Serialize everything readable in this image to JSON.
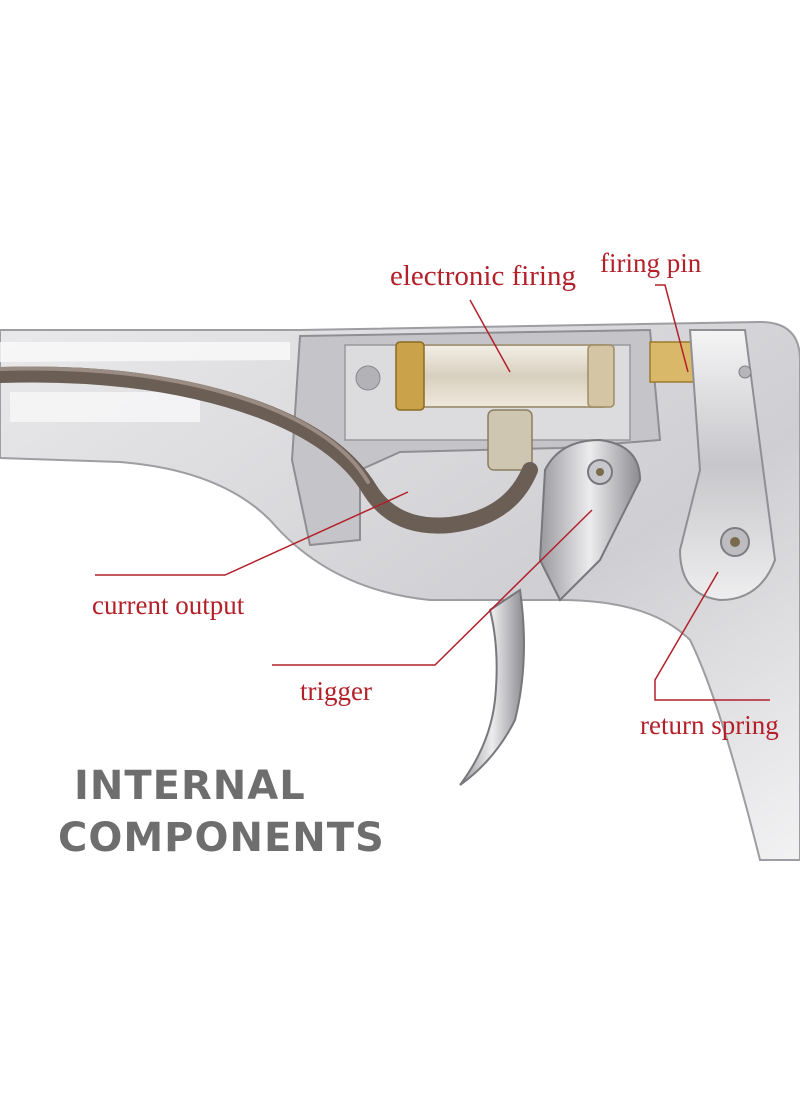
{
  "labels": {
    "electronic_firing": "electronic firing",
    "firing_pin": "firing pin",
    "current_output": "current output",
    "trigger": "trigger",
    "return_spring": "return spring"
  },
  "caption": {
    "line1": "INTERNAL",
    "line2": "COMPONENTS"
  },
  "colors": {
    "label_text": "#b3202a",
    "leader_line": "#b3202a",
    "caption_text": "#6e6e6e",
    "metal_light": "#e6e6e8",
    "metal_mid": "#b9b9bd",
    "metal_dark": "#7d7d82",
    "cable": "#6b5e55",
    "brass": "#c9a24a"
  }
}
